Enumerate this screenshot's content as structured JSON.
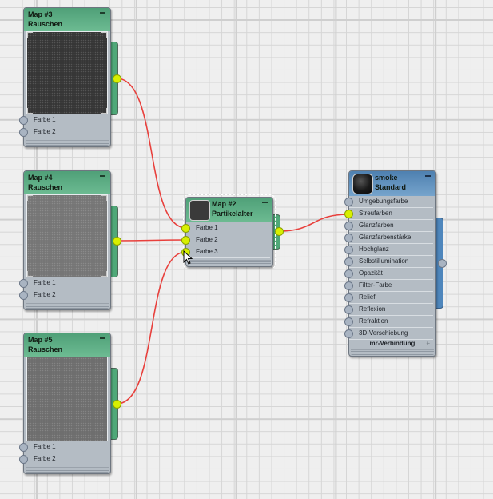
{
  "colors": {
    "map_header": "#5aab82",
    "material_header": "#5b8dbd",
    "socket_connected": "#d8f000",
    "socket_free": "#a9b4c2",
    "wire": "#e8403c"
  },
  "nodes": {
    "map3": {
      "title": "Map #3",
      "subtitle": "Rauschen",
      "preview_color": "#363636",
      "slots": [
        "Farbe 1",
        "Farbe 2"
      ]
    },
    "map4": {
      "title": "Map #4",
      "subtitle": "Rauschen",
      "preview_color": "#767676",
      "slots": [
        "Farbe 1",
        "Farbe 2"
      ]
    },
    "map5": {
      "title": "Map #5",
      "subtitle": "Rauschen",
      "preview_color": "#6e6e6e",
      "slots": [
        "Farbe 1",
        "Farbe 2"
      ]
    },
    "map2": {
      "title": "Map #2",
      "subtitle": "Partikelalter",
      "slots": [
        "Farbe 1",
        "Farbe 2",
        "Farbe 3"
      ]
    },
    "material": {
      "title": "smoke",
      "subtitle": "Standard",
      "slots": [
        "Umgebungsfarbe",
        "Streufarben",
        "Glanzfarben",
        "Glanzfarbenstärke",
        "Hochglanz",
        "Selbstillumination",
        "Opazität",
        "Filter-Farbe",
        "Relief",
        "Reflexion",
        "Refraktion",
        "3D-Verschiebung"
      ],
      "footer": "mr-Verbindung",
      "footer_icon": "+"
    }
  },
  "connections": [
    {
      "from": "Map #3",
      "to": "Map #2 / Farbe 1"
    },
    {
      "from": "Map #4",
      "to": "Map #2 / Farbe 2"
    },
    {
      "from": "Map #5",
      "to": "Map #2 / Farbe 3"
    },
    {
      "from": "Map #2",
      "to": "smoke / Streufarben"
    }
  ]
}
